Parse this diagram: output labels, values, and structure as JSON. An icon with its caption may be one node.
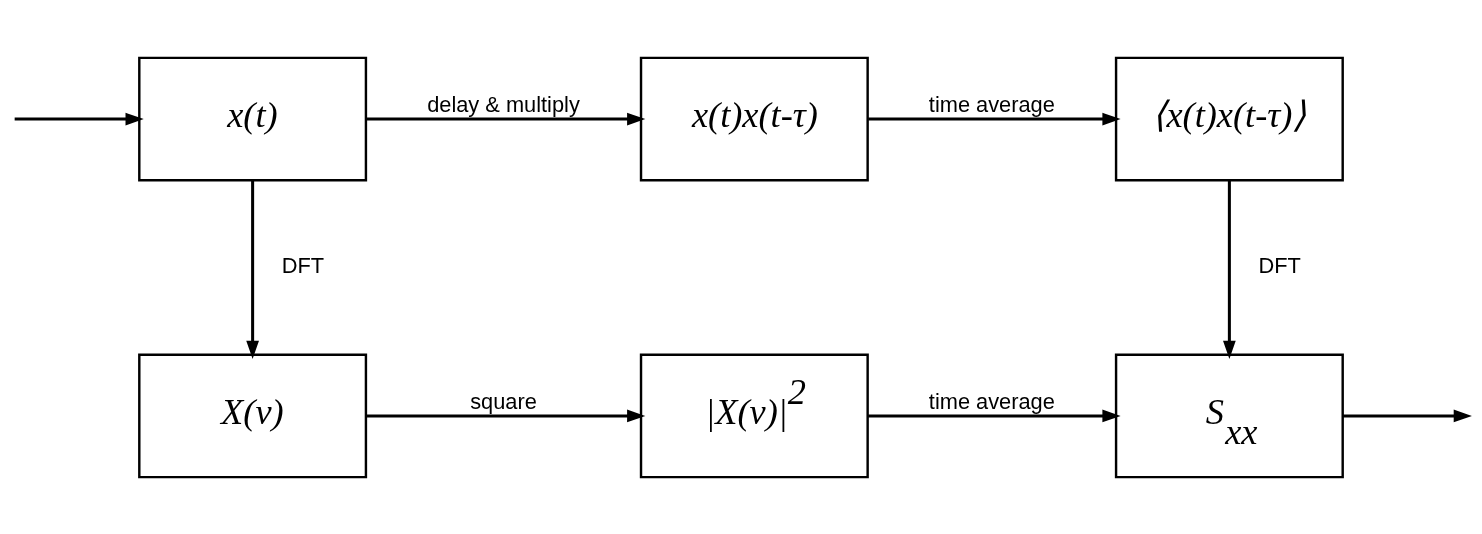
{
  "diagram": {
    "nodes": [
      {
        "text": [
          "x(t)"
        ]
      },
      {
        "text": [
          "x(t)x(t-τ)"
        ]
      },
      {
        "text": [
          "⟨x(t)x(t-τ)⟩"
        ]
      },
      {
        "text": [
          "X(ν)"
        ]
      },
      {
        "text": [
          "|X(ν)|$^{2}$"
        ]
      },
      {
        "text": [
          "S$_{xx}$"
        ]
      }
    ],
    "edges": [
      {
        "from": null,
        "to": 0,
        "arrow": "to"
      },
      {
        "from": 0,
        "to": 1,
        "label": "delay & multiply",
        "arrow": "to"
      },
      {
        "from": 1,
        "to": 2,
        "label": "time average",
        "arrow": "to"
      },
      {
        "from": 0,
        "to": 3,
        "label": "DFT",
        "arrow": "to"
      },
      {
        "from": 2,
        "to": 5,
        "label": "DFT",
        "arrow": "to"
      },
      {
        "from": 3,
        "to": 4,
        "label": "square",
        "arrow": "to"
      },
      {
        "from": 4,
        "to": 5,
        "label": "time average",
        "arrow": "to"
      },
      {
        "from": 5,
        "to": null,
        "arrow": "to"
      }
    ]
  }
}
